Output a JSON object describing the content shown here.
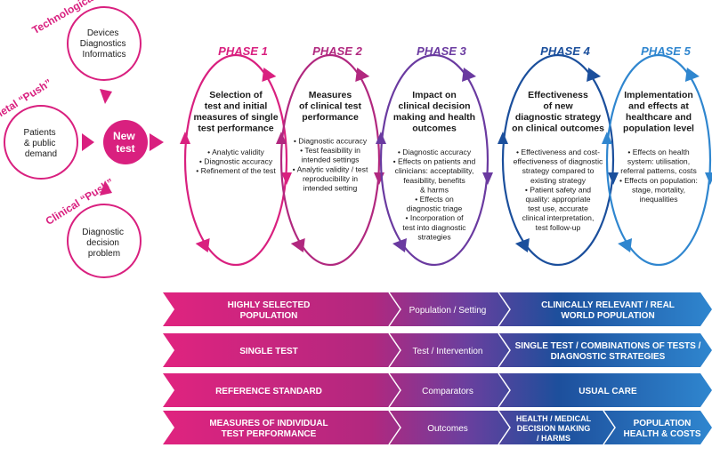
{
  "colors": {
    "magenta": "#d9207f",
    "pink_light": "#e66aa8",
    "purple": "#7a3c96",
    "violet": "#6a3aa0",
    "blue_dark": "#1b4f9c",
    "blue_mid": "#2066b0",
    "blue_light": "#2f8bd3",
    "text_dark": "#1a1a1a"
  },
  "push": {
    "technological": {
      "label": "Technological “Push”",
      "lines": [
        "Devices",
        "Diagnostics",
        "Informatics"
      ]
    },
    "societal": {
      "label": "Societal “Push”",
      "lines": [
        "Patients",
        "& public",
        "demand"
      ]
    },
    "clinical": {
      "label": "Clinical “Push”",
      "lines": [
        "Diagnostic",
        "decision",
        "problem"
      ]
    },
    "new_test": [
      "New",
      "test"
    ]
  },
  "phases": [
    {
      "label": "PHASE 1",
      "title": [
        "Selection of",
        "test and initial",
        "measures of single",
        "test performance"
      ],
      "bullets": [
        "• Analytic validity",
        "• Diagnostic accuracy",
        "• Refinement of the test"
      ]
    },
    {
      "label": "PHASE 2",
      "title": [
        "Measures",
        "of clinical test",
        "performance"
      ],
      "bullets": [
        "• Diagnostic accuracy",
        "• Test feasibility in",
        "intended settings",
        "• Analytic validity / test",
        "reproducibility in",
        "intended setting"
      ]
    },
    {
      "label": "PHASE 3",
      "title": [
        "Impact on",
        "clinical decision",
        "making and health",
        "outcomes"
      ],
      "bullets": [
        "• Diagnostic accuracy",
        "• Effects on patients and",
        "clinicians: acceptability,",
        "feasibility, benefits",
        "& harms",
        "• Effects on",
        "diagnostic triage",
        "• Incorporation of",
        "test into diagnostic",
        "strategies"
      ]
    },
    {
      "label": "PHASE 4",
      "title": [
        "Effectiveness",
        "of new",
        "diagnostic strategy",
        "on clinical outcomes"
      ],
      "bullets": [
        "• Effectiveness and cost-",
        "effectiveness of diagnostic",
        "strategy compared to",
        "existing strategy",
        "• Patient safety and",
        "quality: appropriate",
        "test use, accurate",
        "clinical interpretation,",
        "test follow-up"
      ]
    },
    {
      "label": "PHASE 5",
      "title": [
        "Implementation",
        "and effects at",
        "healthcare and",
        "population level"
      ],
      "bullets": [
        "• Effects on health",
        "system: utilisation,",
        "referral patterns, costs",
        "• Effects on population:",
        "stage, mortality,",
        "inequalities"
      ]
    }
  ],
  "rows": [
    {
      "left": [
        "HIGHLY SELECTED",
        "POPULATION"
      ],
      "middle": [
        "Population / Setting"
      ],
      "right": [
        "CLINICALLY RELEVANT / REAL",
        "WORLD POPULATION"
      ]
    },
    {
      "left": [
        "SINGLE TEST"
      ],
      "middle": [
        "Test / Intervention"
      ],
      "right": [
        "SINGLE TEST / COMBINATIONS OF TESTS /",
        "DIAGNOSTIC STRATEGIES"
      ]
    },
    {
      "left": [
        "REFERENCE STANDARD"
      ],
      "middle": [
        "Comparators"
      ],
      "right": [
        "USUAL CARE"
      ]
    },
    {
      "left": [
        "MEASURES OF INDIVIDUAL",
        "TEST PERFORMANCE"
      ],
      "middle": [
        "Outcomes"
      ],
      "right_a": [
        "HEALTH / MEDICAL",
        "DECISION MAKING",
        "/ HARMS"
      ],
      "right_b": [
        "POPULATION",
        "HEALTH & COSTS"
      ]
    }
  ]
}
